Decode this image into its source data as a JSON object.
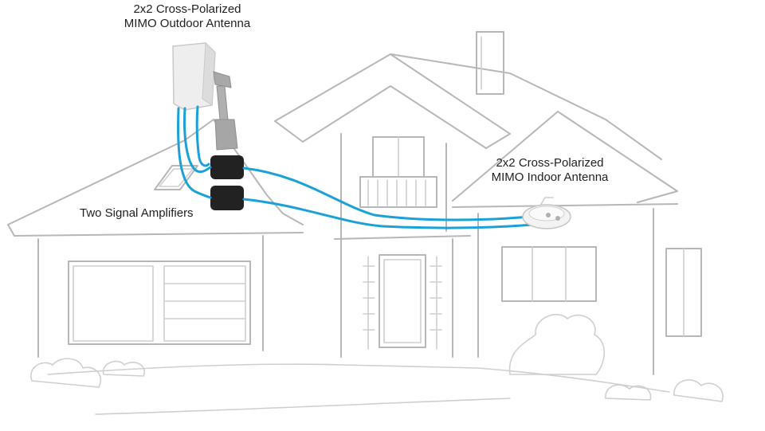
{
  "labels": {
    "outdoor_antenna_line1": "2x2 Cross-Polarized",
    "outdoor_antenna_line2": "MIMO Outdoor Antenna",
    "indoor_antenna_line1": "2x2 Cross-Polarized",
    "indoor_antenna_line2": "MIMO Indoor Antenna",
    "amplifiers": "Two Signal Amplifiers"
  },
  "colors": {
    "cable": "#1ba1d8",
    "house_outline": "#b7b7b7",
    "amplifier": "#222222",
    "antenna_panel": "#eeeeee"
  }
}
